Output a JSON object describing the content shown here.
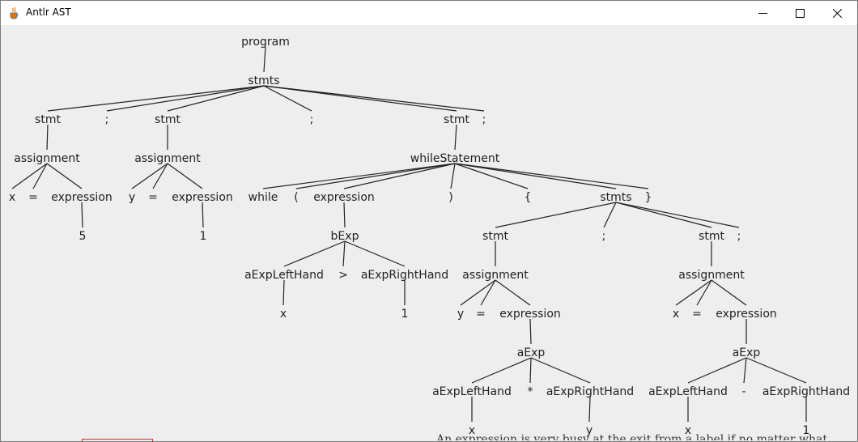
{
  "window": {
    "title": "Antlr AST",
    "icon": "java-coffee-icon",
    "controls": [
      "minimize-icon",
      "maximize-icon",
      "close-icon"
    ]
  },
  "background_text": "An expression is very busy at the exit from a label if no matter what",
  "tree": [
    {
      "id": "n0",
      "label": "program",
      "parent": null
    },
    {
      "id": "n1",
      "label": "stmts",
      "parent": "n0"
    },
    {
      "id": "n2",
      "label": "stmt",
      "parent": "n1"
    },
    {
      "id": "n3",
      "label": ";",
      "parent": "n1"
    },
    {
      "id": "n4",
      "label": "stmt",
      "parent": "n1"
    },
    {
      "id": "n5",
      "label": ";",
      "parent": "n1"
    },
    {
      "id": "n6",
      "label": "stmt",
      "parent": "n1"
    },
    {
      "id": "n7",
      "label": ";",
      "parent": "n1"
    },
    {
      "id": "n8",
      "label": "assignment",
      "parent": "n2"
    },
    {
      "id": "n9",
      "label": "x",
      "parent": "n8"
    },
    {
      "id": "n10",
      "label": "=",
      "parent": "n8"
    },
    {
      "id": "n11",
      "label": "expression",
      "parent": "n8"
    },
    {
      "id": "n12",
      "label": "5",
      "parent": "n11"
    },
    {
      "id": "n13",
      "label": "assignment",
      "parent": "n4"
    },
    {
      "id": "n14",
      "label": "y",
      "parent": "n13"
    },
    {
      "id": "n15",
      "label": "=",
      "parent": "n13"
    },
    {
      "id": "n16",
      "label": "expression",
      "parent": "n13"
    },
    {
      "id": "n17",
      "label": "1",
      "parent": "n16"
    },
    {
      "id": "n18",
      "label": "whileStatement",
      "parent": "n6"
    },
    {
      "id": "n19",
      "label": "while",
      "parent": "n18"
    },
    {
      "id": "n20",
      "label": "(",
      "parent": "n18"
    },
    {
      "id": "n21",
      "label": "expression",
      "parent": "n18"
    },
    {
      "id": "n22",
      "label": ")",
      "parent": "n18"
    },
    {
      "id": "n23",
      "label": "{",
      "parent": "n18"
    },
    {
      "id": "n24",
      "label": "stmts",
      "parent": "n18"
    },
    {
      "id": "n25",
      "label": "}",
      "parent": "n18"
    },
    {
      "id": "n26",
      "label": "bExp",
      "parent": "n21"
    },
    {
      "id": "n27",
      "label": "aExpLeftHand",
      "parent": "n26"
    },
    {
      "id": "n28",
      "label": ">",
      "parent": "n26"
    },
    {
      "id": "n29",
      "label": "aExpRightHand",
      "parent": "n26"
    },
    {
      "id": "n30",
      "label": "x",
      "parent": "n27"
    },
    {
      "id": "n31",
      "label": "1",
      "parent": "n29"
    },
    {
      "id": "n32",
      "label": "stmt",
      "parent": "n24"
    },
    {
      "id": "n33",
      "label": ";",
      "parent": "n24"
    },
    {
      "id": "n34",
      "label": "stmt",
      "parent": "n24"
    },
    {
      "id": "n35",
      "label": ";",
      "parent": "n24"
    },
    {
      "id": "n36",
      "label": "assignment",
      "parent": "n32"
    },
    {
      "id": "n37",
      "label": "y",
      "parent": "n36"
    },
    {
      "id": "n38",
      "label": "=",
      "parent": "n36"
    },
    {
      "id": "n39",
      "label": "expression",
      "parent": "n36"
    },
    {
      "id": "n40",
      "label": "aExp",
      "parent": "n39"
    },
    {
      "id": "n41",
      "label": "aExpLeftHand",
      "parent": "n40"
    },
    {
      "id": "n42",
      "label": "*",
      "parent": "n40"
    },
    {
      "id": "n43",
      "label": "aExpRightHand",
      "parent": "n40"
    },
    {
      "id": "n44",
      "label": "x",
      "parent": "n41"
    },
    {
      "id": "n45",
      "label": "y",
      "parent": "n43"
    },
    {
      "id": "n46",
      "label": "assignment",
      "parent": "n34"
    },
    {
      "id": "n47",
      "label": "x",
      "parent": "n46"
    },
    {
      "id": "n48",
      "label": "=",
      "parent": "n46"
    },
    {
      "id": "n49",
      "label": "expression",
      "parent": "n46"
    },
    {
      "id": "n50",
      "label": "aExp",
      "parent": "n49"
    },
    {
      "id": "n51",
      "label": "aExpLeftHand",
      "parent": "n50"
    },
    {
      "id": "n52",
      "label": "-",
      "parent": "n50"
    },
    {
      "id": "n53",
      "label": "aExpRightHand",
      "parent": "n50"
    },
    {
      "id": "n54",
      "label": "x",
      "parent": "n51"
    },
    {
      "id": "n55",
      "label": "1",
      "parent": "n53"
    }
  ]
}
